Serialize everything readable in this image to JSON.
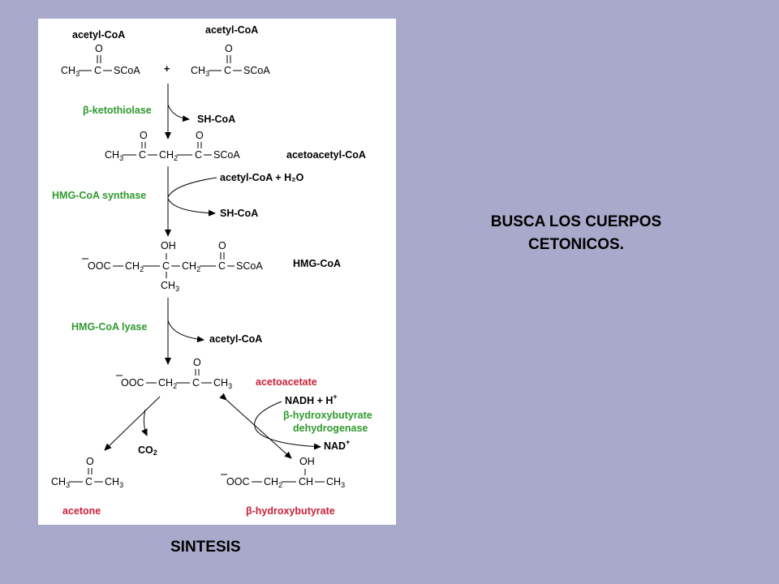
{
  "right_title": [
    "BUSCA LOS CUERPOS",
    "CETONICOS."
  ],
  "caption": "SINTESIS",
  "diagram": {
    "acetyl_coa_1": "acetyl-CoA",
    "acetyl_coa_2": "acetyl-CoA",
    "plus": "+",
    "ketothiolase": "β-ketothiolase",
    "sh_coa_1": "SH-CoA",
    "acetoacetyl_coa": "acetoacetyl-CoA",
    "acetyl_coa_h2o": "acetyl-CoA + H₂O",
    "hmg_coa_synthase": "HMG-CoA synthase",
    "sh_coa_2": "SH-CoA",
    "hmg_coa": "HMG-CoA",
    "hmg_coa_lyase": "HMG-CoA lyase",
    "acetyl_coa_3": "acetyl-CoA",
    "acetoacetate": "acetoacetate",
    "nadh": "NADH + H",
    "nadh_sup": "+",
    "hydroxybutyrate_dehydrogenase_1": "β-hydroxybutyrate",
    "hydroxybutyrate_dehydrogenase_2": "dehydrogenase",
    "nad": "NAD",
    "nad_sup": "+",
    "co2": "CO",
    "co2_sub": "2",
    "acetone": "acetone",
    "beta_hydroxybutyrate": "β-hydroxybutyrate"
  },
  "colors": {
    "background": "#a9a9cb",
    "enzyme": "#2f9a2f",
    "product": "#c8203a"
  }
}
